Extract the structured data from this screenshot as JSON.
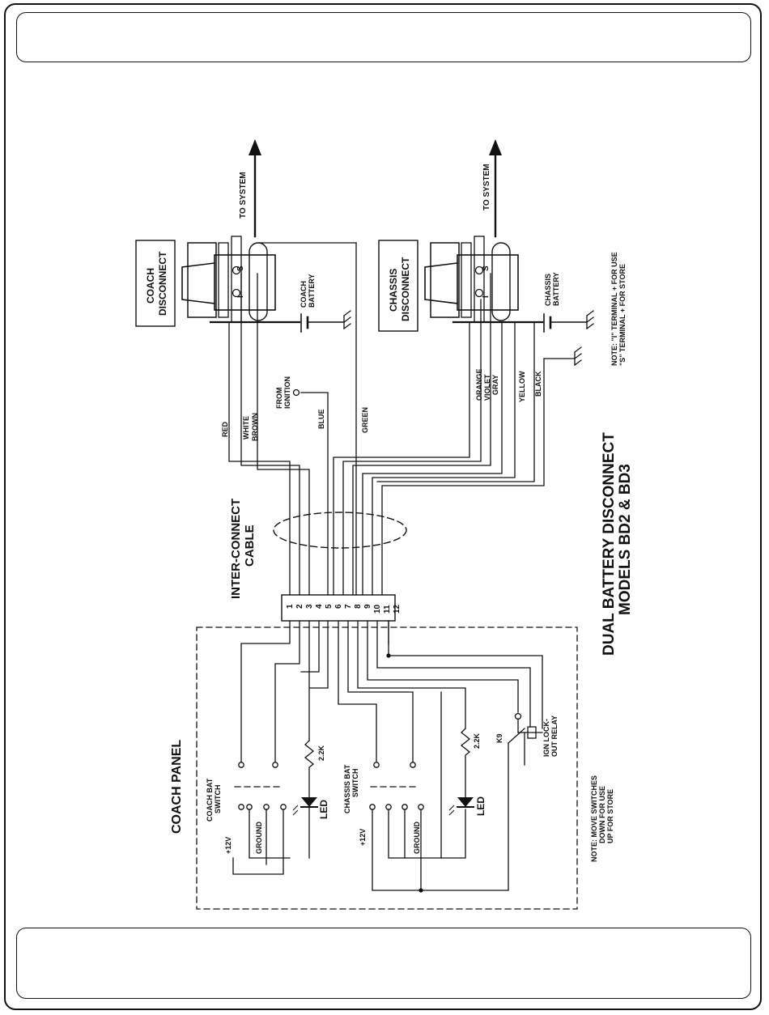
{
  "title": {
    "line1": "DUAL BATTERY DISCONNECT",
    "line2": "MODELS BD2 & BD3"
  },
  "header_band_text": "",
  "footer_band_text": "",
  "labels": {
    "to_system": "TO SYSTEM",
    "coach_disconnect": [
      "COACH",
      "DISCONNECT"
    ],
    "chassis_disconnect": [
      "CHASSIS",
      "DISCONNECT"
    ],
    "coach_battery": [
      "COACH",
      "BATTERY"
    ],
    "chassis_battery": [
      "CHASSIS",
      "BATTERY"
    ],
    "terminal_s": "S",
    "terminal_i": "I",
    "from_ignition": [
      "FROM",
      "IGNITION"
    ],
    "interconnect_cable": [
      "INTER-CONNECT",
      "CABLE"
    ],
    "coach_panel": "COACH PANEL",
    "coach_bat_switch": [
      "COACH BAT",
      "SWITCH"
    ],
    "chassis_bat_switch": [
      "CHASSIS BAT",
      "SWITCH"
    ],
    "plus_12v": "+12V",
    "ground": "GROUND",
    "resistor": "2.2K",
    "led": "LED",
    "k9": "K9",
    "ign_relay": [
      "IGN LOCK-",
      "OUT RELAY"
    ],
    "note_terminals": [
      "NOTE: \"I\" TERMINAL + FOR USE",
      "\"S\" TERMINAL + FOR STORE"
    ],
    "note_switches": [
      "NOTE: MOVE SWITCHES",
      "DOWN FOR USE",
      "UP FOR STORE"
    ]
  },
  "wire_colors": {
    "red": "RED",
    "white": "WHITE",
    "brown": "BROWN",
    "blue": "BLUE",
    "green": "GREEN",
    "orange": "ORANGE",
    "violet": "VIOLET",
    "gray": "GRAY",
    "yellow": "YELLOW",
    "black": "BLACK"
  },
  "connector_pins": [
    "1",
    "2",
    "3",
    "4",
    "5",
    "6",
    "7",
    "8",
    "9",
    "10",
    "11",
    "12"
  ],
  "ink_color": "#111111"
}
